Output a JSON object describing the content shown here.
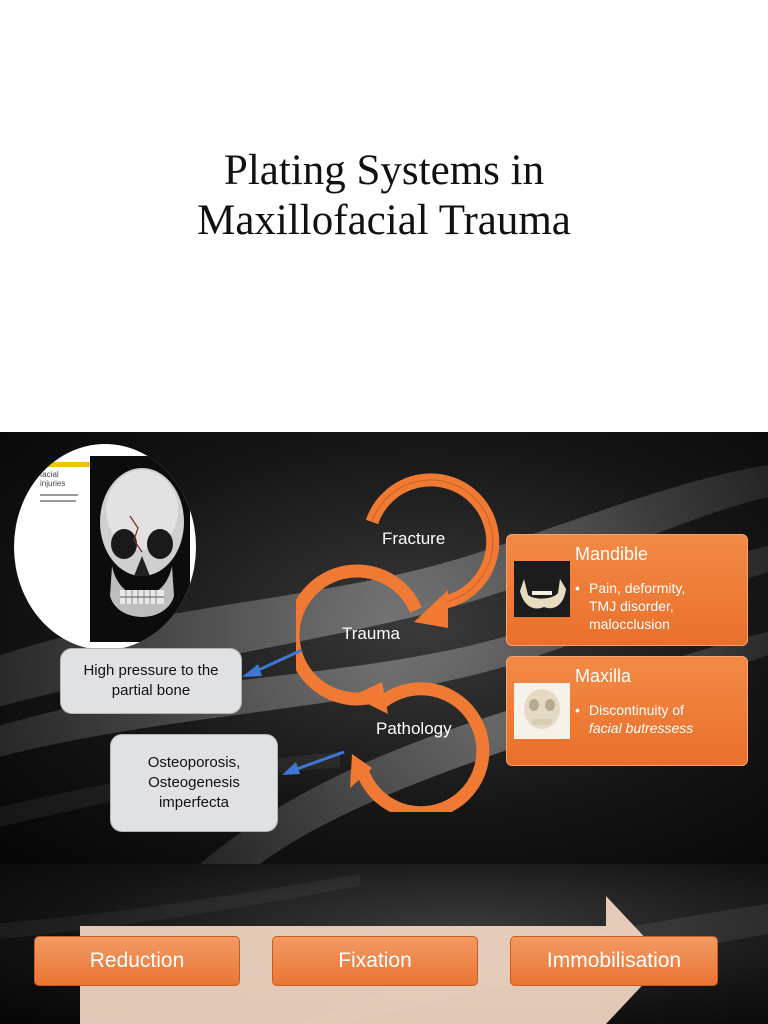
{
  "slide_title": {
    "title_line1": "Plating Systems in",
    "title_line2": "Maxillofacial Trauma"
  },
  "slide_cycle": {
    "photo": {
      "heading_line1": "facial",
      "heading_line2": "injuries"
    },
    "cycle": {
      "fracture": "Fracture",
      "trauma": "Trauma",
      "pathology": "Pathology"
    },
    "bubbles": {
      "pressure_line1": "High pressure to the",
      "pressure_line2": "partial bone",
      "osteo_line1": "Osteoporosis,",
      "osteo_line2": "Osteogenesis",
      "osteo_line3": "imperfecta"
    },
    "mandible": {
      "title": "Mandible",
      "bullet_line1": "Pain, deformity,",
      "bullet_line2": "TMJ disorder,",
      "bullet_line3": "malocclusion"
    },
    "maxilla": {
      "title": "Maxilla",
      "bullet_line1": "Discontinuity of",
      "bullet_line2": "facial butressess"
    }
  },
  "slide_process": {
    "steps": [
      "Reduction",
      "Fixation",
      "Immobilisation"
    ]
  },
  "colors": {
    "accent_orange": "#f07a33",
    "bubble_gray": "#dfe1e5",
    "arrow_blue": "#3f78d4"
  }
}
